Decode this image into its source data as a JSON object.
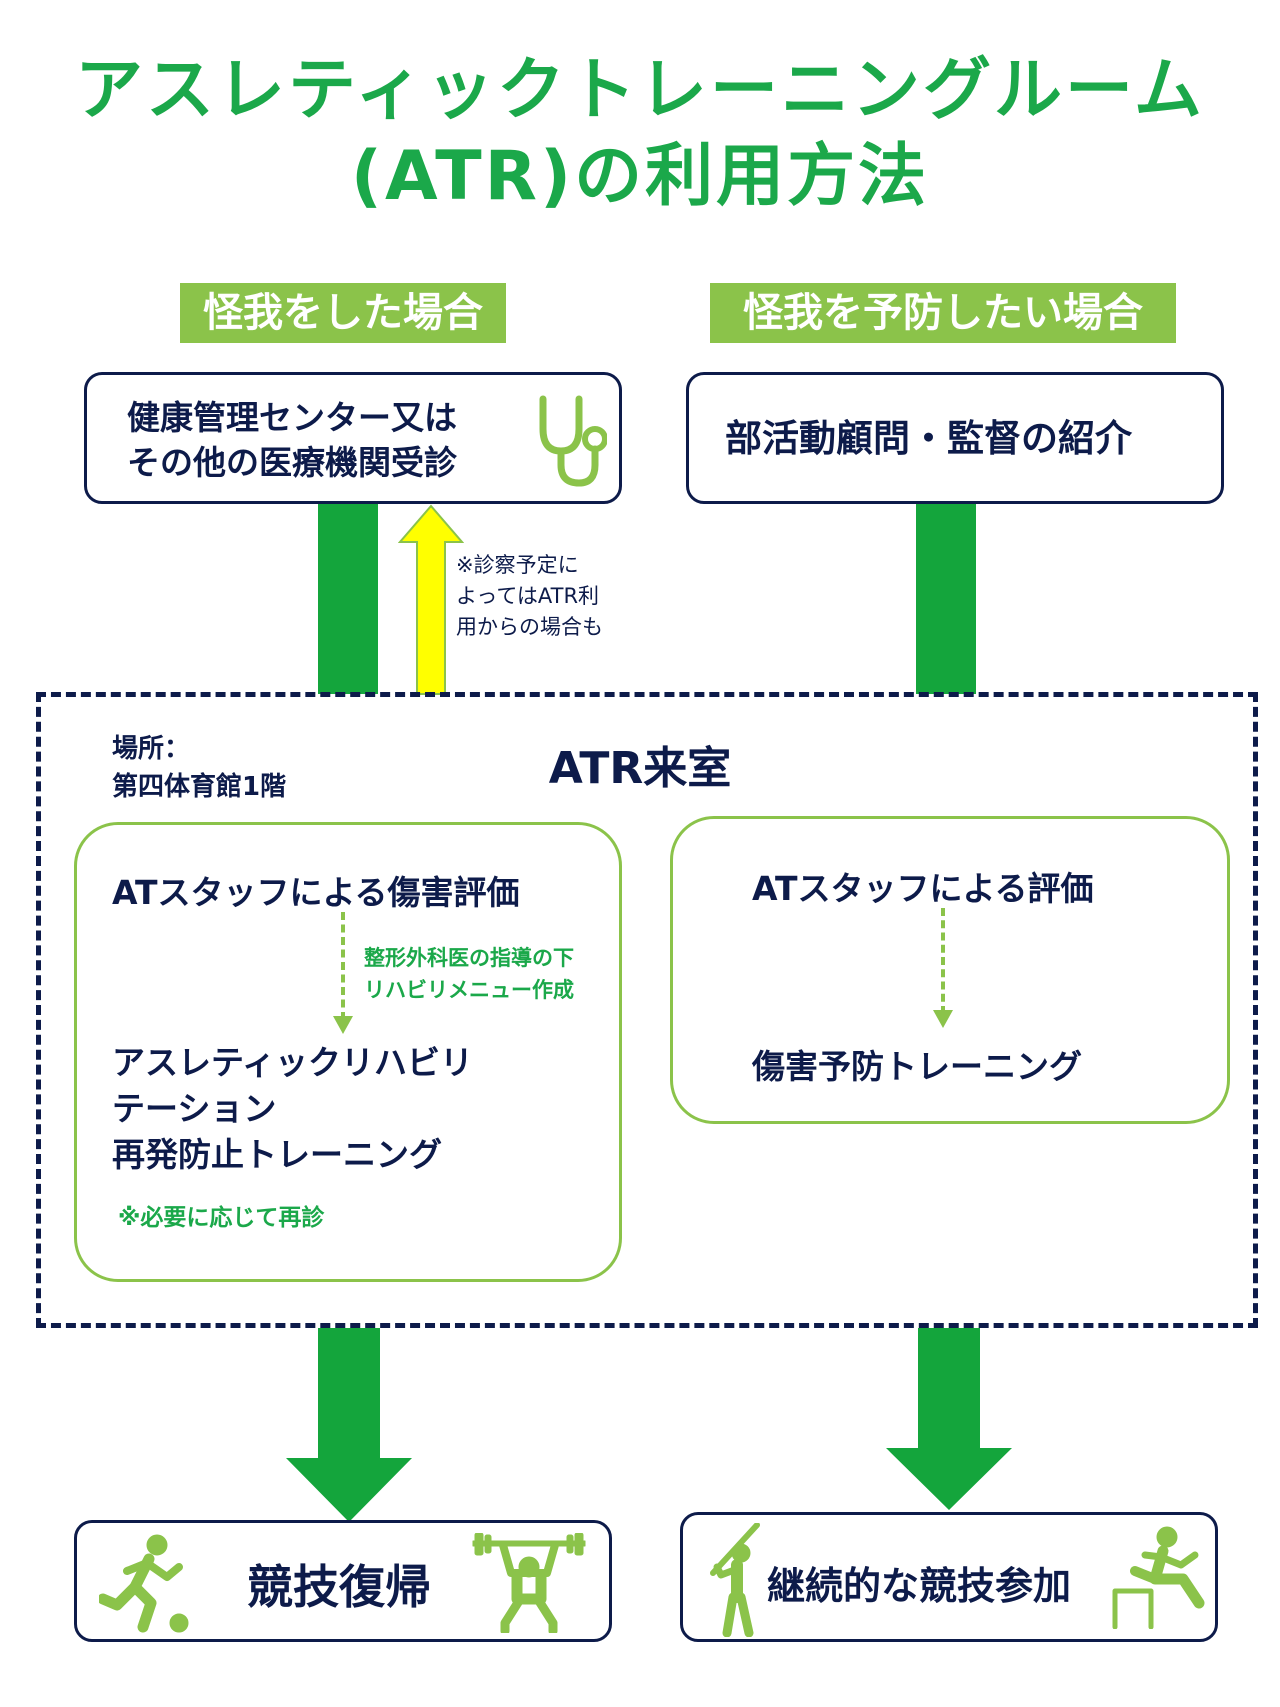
{
  "title": {
    "line1": "アスレティックトレーニングルーム",
    "line2": "(ATR)の利用方法"
  },
  "left_branch": {
    "label": "怪我をした場合",
    "step1": {
      "line1": "健康管理センター又は",
      "line2": "その他の医療機関受診"
    },
    "back_note": {
      "line1": "※診察予定に",
      "line2": "よってはATR利",
      "line3": "用からの場合も"
    }
  },
  "right_branch": {
    "label": "怪我を予防したい場合",
    "step1": "部活動顧問・監督の紹介"
  },
  "atr": {
    "heading": "ATR来室",
    "location": {
      "line1": "場所：",
      "line2": "第四体育館1階"
    },
    "left_box": {
      "eval": "ATスタッフによる傷害評価",
      "note": {
        "line1": "整形外科医の指導の下",
        "line2": "リハビリメニュー作成"
      },
      "rehab": {
        "line1": "アスレティックリハビリ",
        "line2": "テーション",
        "line3": "再発防止トレーニング"
      },
      "recheck": "※必要に応じて再診"
    },
    "right_box": {
      "eval": "ATスタッフによる評価",
      "training": "傷害予防トレーニング"
    }
  },
  "outcomes": {
    "left": "競技復帰",
    "right": "継続的な競技参加"
  },
  "colors": {
    "title_green": "#1ba84a",
    "label_bg": "#8bc34a",
    "arrow_green": "#14a53c",
    "navy": "#0d1b4a",
    "back_arrow": "#ffff00"
  },
  "icons": [
    "stethoscope-icon",
    "soccer-player-icon",
    "weightlifter-icon",
    "baseball-batter-icon",
    "hurdler-icon"
  ]
}
